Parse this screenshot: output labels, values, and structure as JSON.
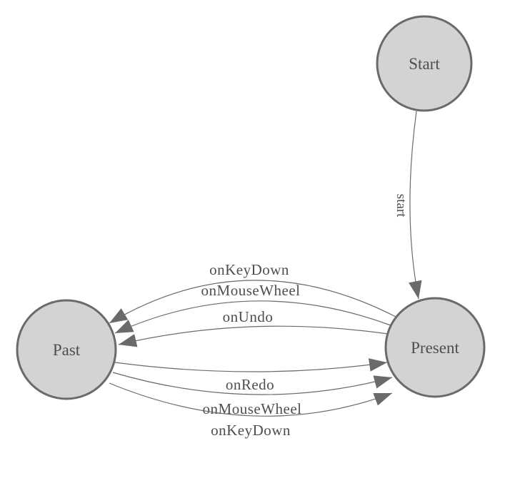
{
  "diagram": {
    "type": "state-machine",
    "colors": {
      "background": "#ffffff",
      "node_fill": "#d3d3d3",
      "node_stroke": "#6a6a6a",
      "edge_line": "#6a6a6a",
      "arrowhead": "#6a6a6a",
      "label_text": "#4e4e4e"
    },
    "nodes": [
      {
        "id": "start",
        "label": "Start"
      },
      {
        "id": "present",
        "label": "Present"
      },
      {
        "id": "past",
        "label": "Past"
      }
    ],
    "edges": [
      {
        "from": "Start",
        "to": "Present",
        "label": "start"
      },
      {
        "from": "Present",
        "to": "Past",
        "label": "onKeyDown"
      },
      {
        "from": "Present",
        "to": "Past",
        "label": "onMouseWheel"
      },
      {
        "from": "Present",
        "to": "Past",
        "label": "onUndo"
      },
      {
        "from": "Past",
        "to": "Present",
        "label": "onRedo"
      },
      {
        "from": "Past",
        "to": "Present",
        "label": "onMouseWheel"
      },
      {
        "from": "Past",
        "to": "Present",
        "label": "onKeyDown"
      }
    ]
  }
}
